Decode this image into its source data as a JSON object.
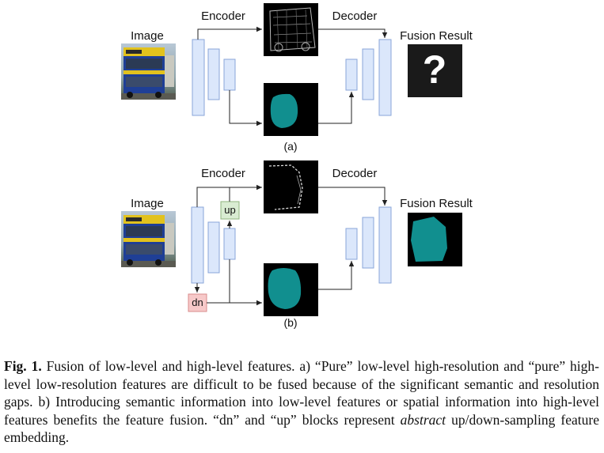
{
  "panel_a": {
    "image_label": "Image",
    "encoder_label": "Encoder",
    "decoder_label": "Decoder",
    "fusion_label": "Fusion Result",
    "fusion_result": "?",
    "subfig_label": "(a)"
  },
  "panel_b": {
    "image_label": "Image",
    "encoder_label": "Encoder",
    "decoder_label": "Decoder",
    "fusion_label": "Fusion Result",
    "up_label": "up",
    "dn_label": "dn",
    "subfig_label": "(b)"
  },
  "caption": {
    "fig_label": "Fig. 1.",
    "text_1": " Fusion of low-level and high-level features. a) “Pure” low-level high-resolution and “pure” high-level low-resolution features are difficult to be fused because of the significant semantic and resolution gaps. b) Introducing semantic information into low-level features or spatial information into high-level features benefits the feature fusion. “dn” and “up” blocks represent ",
    "italic_word": "abstract",
    "text_2": " up/down-sampling feature embedding."
  },
  "colors": {
    "block_fill": "#dbe7fb",
    "block_stroke": "#8aa6d8",
    "up_fill": "#d9ecd2",
    "up_stroke": "#8fb47e",
    "dn_fill": "#f7c9c9",
    "dn_stroke": "#d88b8b",
    "teal": "#118f8f"
  }
}
